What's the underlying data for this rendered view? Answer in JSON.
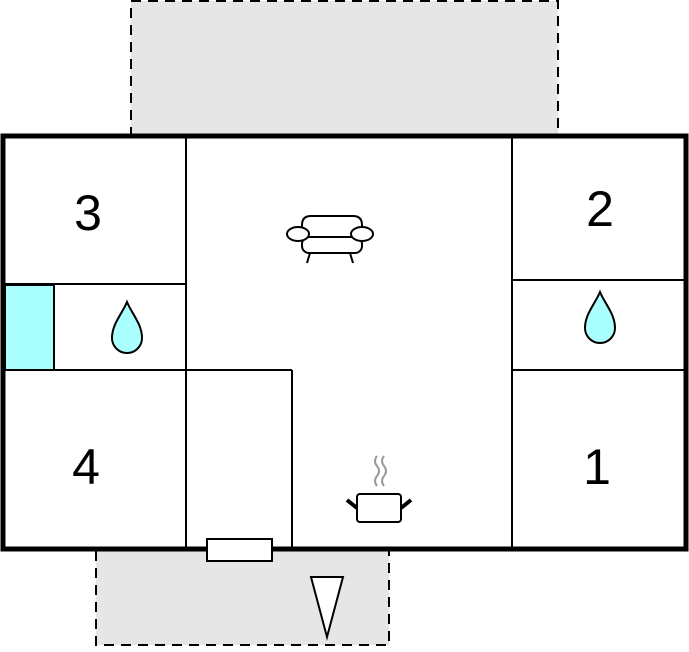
{
  "rooms": [
    {
      "label": "3"
    },
    {
      "label": "2"
    },
    {
      "label": "4"
    },
    {
      "label": "1"
    }
  ],
  "colors": {
    "terrace": "#e6e6e6",
    "water": "#aaffff",
    "wall": "#000000"
  },
  "icons": [
    "sofa-icon",
    "water-drop-icon",
    "cooking-pot-icon",
    "door-icon",
    "entrance-arrow-icon"
  ]
}
